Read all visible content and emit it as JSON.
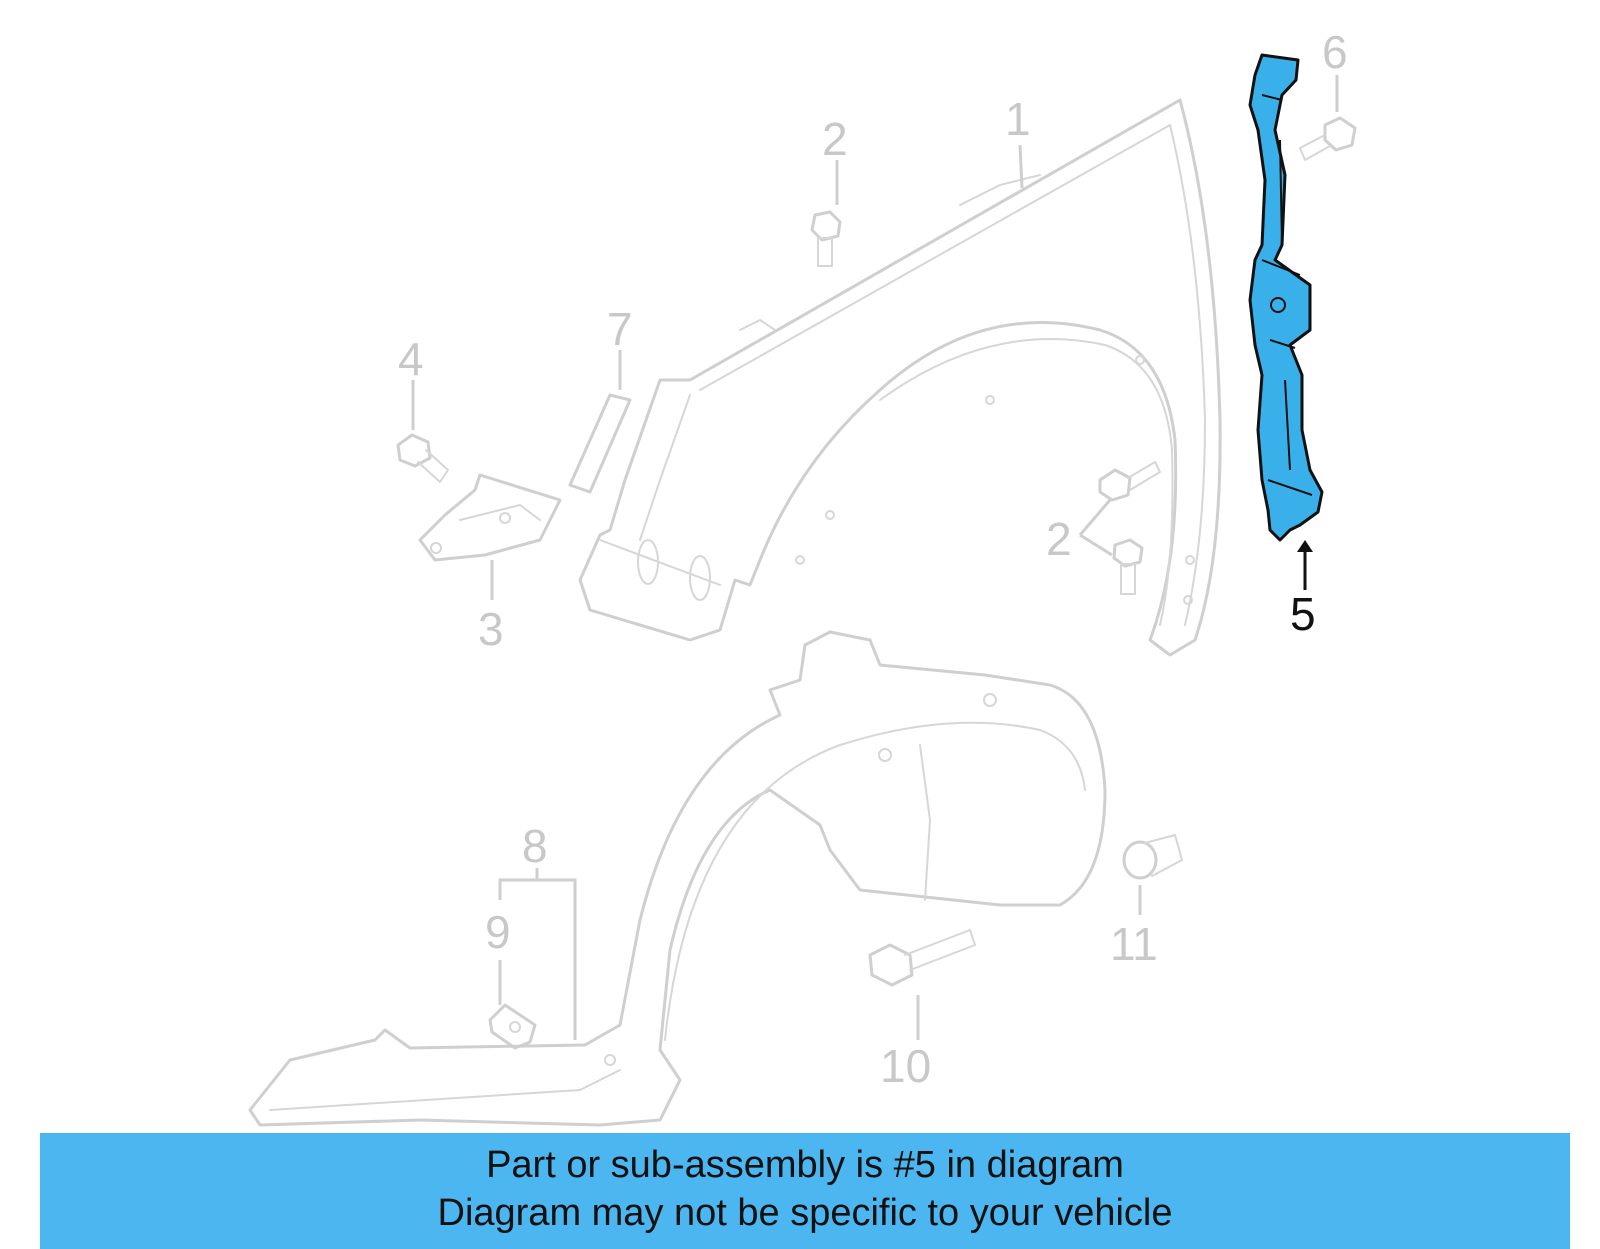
{
  "callouts": {
    "c1": "1",
    "c2a": "2",
    "c2b": "2",
    "c3": "3",
    "c4": "4",
    "c5": "5",
    "c6": "6",
    "c7": "7",
    "c8": "8",
    "c9": "9",
    "c10": "10",
    "c11": "11"
  },
  "highlight": {
    "part": "5",
    "color": "#3ab0ea"
  },
  "banner": {
    "line1": "Part or sub-assembly is #5 in diagram",
    "line2": "Diagram may not be specific to your vehicle",
    "color": "#4cb6f0"
  }
}
